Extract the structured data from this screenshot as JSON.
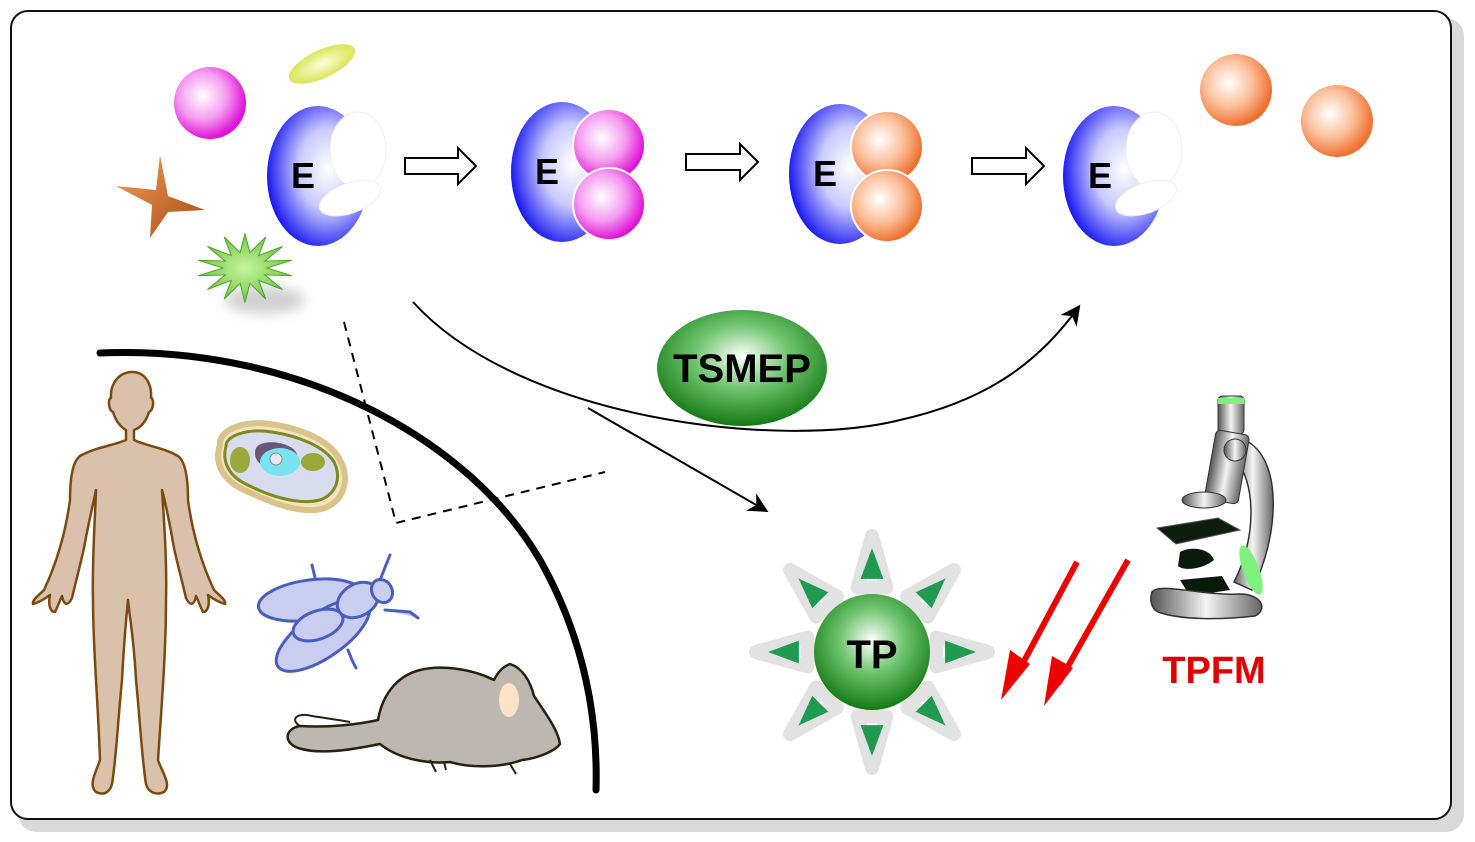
{
  "diagram": {
    "enzyme_label": "E",
    "stages": [
      {
        "name": "free-enzyme-with-substrates",
        "bound": "none"
      },
      {
        "name": "enzyme-substrate-complex",
        "bound": "substrate"
      },
      {
        "name": "enzyme-product-complex",
        "bound": "product"
      },
      {
        "name": "free-enzyme-released-products",
        "bound": "none"
      }
    ],
    "probe_label": "TSMEP",
    "product_label": "TP",
    "imaging_label": "TPFM",
    "organisms": [
      "human",
      "plant-cell",
      "fruit-fly",
      "mouse"
    ],
    "colors": {
      "enzyme": "#0000ee",
      "substrate": "#ee22dd",
      "product": "#f08040",
      "probe": "#1a8a1a",
      "imaging_label": "#e00000",
      "imaging_arrows": "#ee0000"
    }
  }
}
